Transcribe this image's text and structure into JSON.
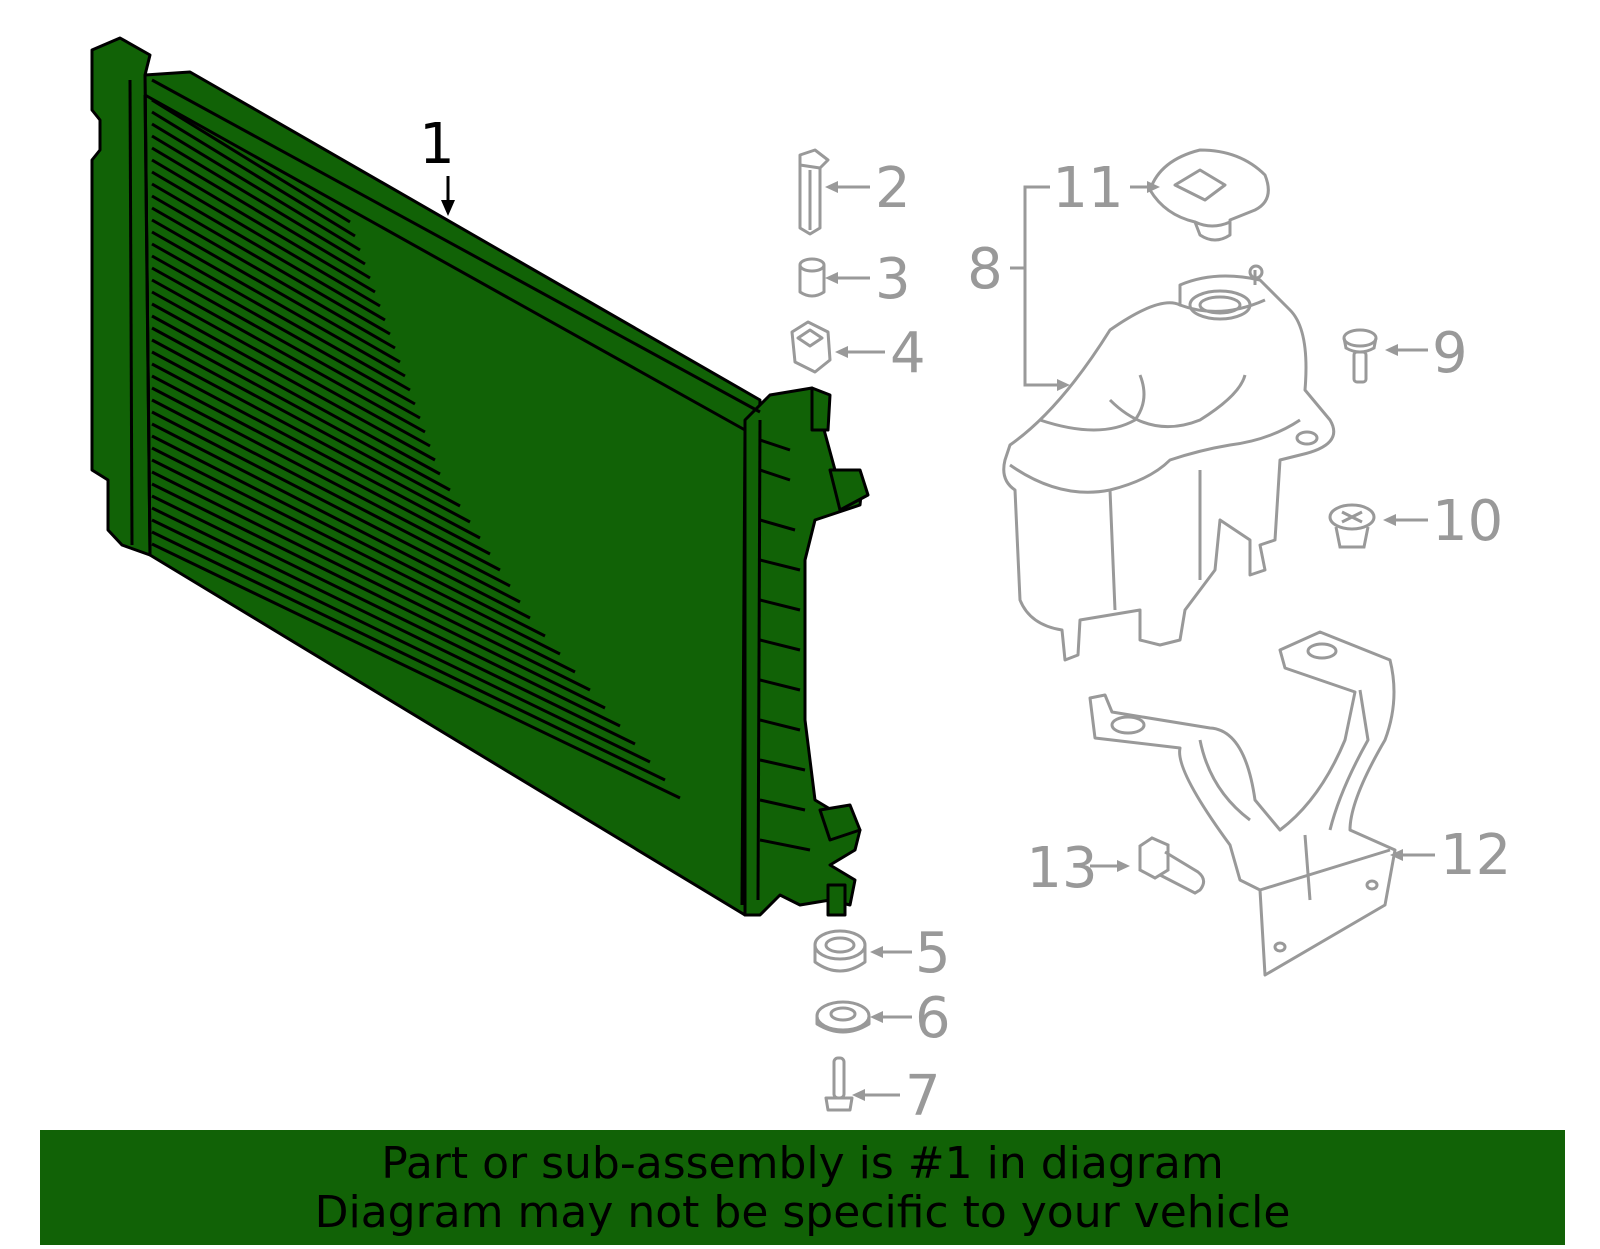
{
  "colors": {
    "highlight": "#116206",
    "outline": "#000000",
    "other_parts": "#999999",
    "banner_bg": "#116206"
  },
  "callouts": {
    "c1": "1",
    "c2": "2",
    "c3": "3",
    "c4": "4",
    "c5": "5",
    "c6": "6",
    "c7": "7",
    "c8": "8",
    "c9": "9",
    "c10": "10",
    "c11": "11",
    "c12": "12",
    "c13": "13"
  },
  "banner": {
    "line1": "Part or sub-assembly is #1 in diagram",
    "line2": "Diagram may not be specific to your vehicle"
  }
}
